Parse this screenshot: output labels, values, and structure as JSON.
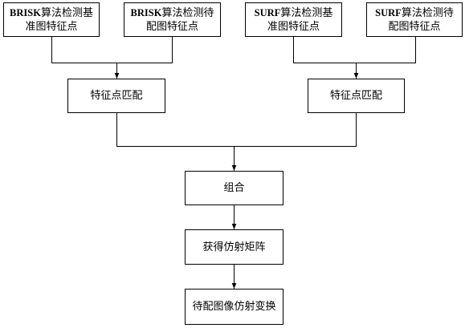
{
  "diagram": {
    "nodes": {
      "brisk_base": {
        "prefix": "BRISK",
        "line1": "算法检测基",
        "line2": "准图特征点"
      },
      "brisk_target": {
        "prefix": "BRISK",
        "line1": "算法检测待",
        "line2": "配图特征点"
      },
      "surf_base": {
        "prefix": "SURF",
        "line1": "算法检测基",
        "line2": "准图特征点"
      },
      "surf_target": {
        "prefix": "SURF",
        "line1": "算法检测待",
        "line2": "配图特征点"
      },
      "match_left": {
        "label": "特征点匹配"
      },
      "match_right": {
        "label": "特征点匹配"
      },
      "combine": {
        "label": "组合"
      },
      "affine_matrix": {
        "label": "获得仿射矩阵"
      },
      "affine_transform": {
        "label": "待配图像仿射变换"
      }
    },
    "colors": {
      "stroke": "#000000",
      "background": "#ffffff"
    }
  }
}
